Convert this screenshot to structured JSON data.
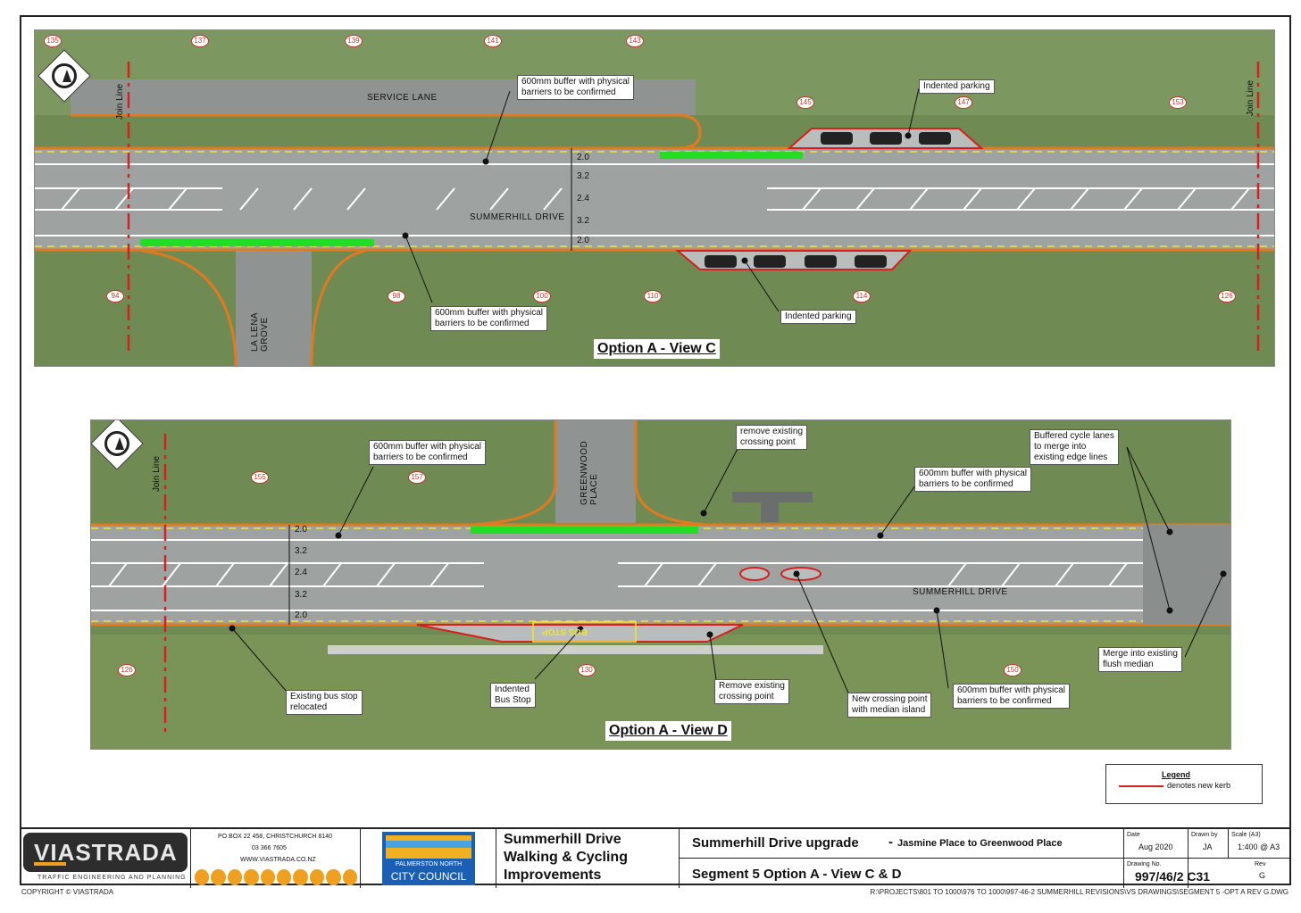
{
  "view_c": {
    "title": "Option A - View C",
    "road_name": "SUMMERHILL DRIVE",
    "service_lane": "SERVICE LANE",
    "side_street": "LA LENA\nGROVE",
    "join_line": "Join Line",
    "dimensions": [
      "2.0",
      "3.2",
      "2.4",
      "3.2",
      "2.0"
    ],
    "lot_numbers_top": [
      "135",
      "137",
      "139",
      "141",
      "143",
      "145",
      "147",
      "153"
    ],
    "lot_numbers_bottom": [
      "94",
      "98",
      "100",
      "110",
      "114",
      "126"
    ],
    "callouts": {
      "buffer_top": "600mm buffer with physical\nbarriers to be confirmed",
      "buffer_bottom": "600mm buffer with physical\nbarriers to be confirmed",
      "parking_top": "Indented parking",
      "parking_bottom": "Indented parking"
    }
  },
  "view_d": {
    "title": "Option A - View D",
    "road_name": "SUMMERHILL DRIVE",
    "side_street": "GREENWOOD\nPLACE",
    "join_line": "Join Line",
    "dimensions": [
      "2.0",
      "3.2",
      "2.4",
      "3.2",
      "2.0"
    ],
    "lot_numbers": [
      "155",
      "157",
      "126",
      "130",
      "150"
    ],
    "callouts": {
      "buffer_left": "600mm buffer with physical\nbarriers to be confirmed",
      "remove_crossing_top": "remove existing\ncrossing point",
      "buffer_right": "600mm buffer with physical\nbarriers to be confirmed",
      "buffered_merge": "Buffered cycle lanes\nto merge into\nexisting edge lines",
      "bus_relocated": "Existing bus stop\nrelocated",
      "indented_bus": "Indented\nBus Stop",
      "remove_crossing_bottom": "Remove existing\ncrossing point",
      "new_crossing": "New crossing point\nwith median island",
      "buffer_bottom": "600mm buffer with physical\nbarriers to be confirmed",
      "merge_median": "Merge into existing\nflush median"
    },
    "bus_stop_marking": "BUS STOP"
  },
  "legend": {
    "title": "Legend",
    "item": "denotes new kerb",
    "kerb_color": "#d62020"
  },
  "titleblock": {
    "company": "VIASTRADA",
    "tagline": "TRAFFIC ENGINEERING AND PLANNING",
    "address": "PO BOX 22 458, CHRISTCHURCH 8140",
    "phone": "03 366 7605",
    "website": "WWW.VIASTRADA.CO.NZ",
    "council_line1": "PALMERSTON NORTH",
    "council_line2": "CITY COUNCIL",
    "project_line1": "Summerhill Drive",
    "project_line2": "Walking & Cycling",
    "project_line3": "Improvements",
    "drawing_title": "Summerhill Drive upgrade",
    "drawing_subtitle": "Jasmine Place to Greenwood Place",
    "sheet_title": "Segment 5 Option A  - View C & D",
    "date_label": "Date",
    "date": "Aug 2020",
    "drawn_label": "Drawn by",
    "drawn_by": "JA",
    "scale_label": "Scale (A3)",
    "scale": "1:400 @ A3",
    "drawing_no_label": "Drawing No.",
    "drawing_no": "997/46/2  C31",
    "rev_label": "Rev",
    "rev": "G"
  },
  "footer": {
    "copyright": "COPYRIGHT © VIASTRADA",
    "path": "R:\\PROJECTS\\801 TO 1000\\976 TO 1000\\997-46-2 SUMMERHILL REVISIONS\\VS DRAWINGS\\SEGMENT 5 -OPT A REV G.DWG"
  },
  "colors": {
    "road": "#9ea3a2",
    "grass": "#7f9a5a",
    "cycle_green": "#22dd22",
    "kerb_orange": "#e07a20",
    "lot_red": "#c0392b",
    "viastrada_bg": "#2d2d2d",
    "viastrada_accent": "#f0a020",
    "council_blue": "#1a5fb4"
  }
}
